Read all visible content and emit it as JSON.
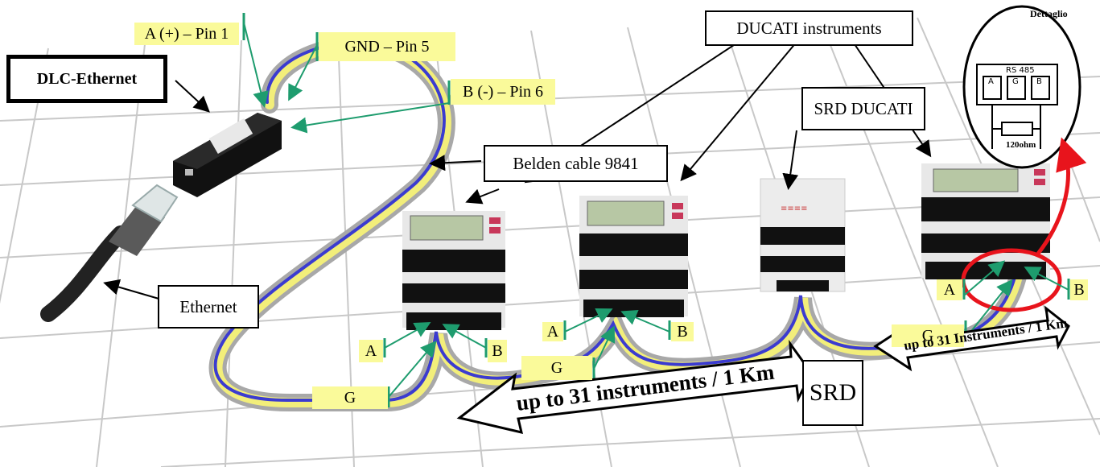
{
  "labels": {
    "dlc_ethernet": "DLC-Ethernet",
    "ducati_instruments": "DUCATI instruments",
    "srd_ducati": "SRD DUCATI",
    "belden_cable": "Belden cable 9841",
    "ethernet": "Ethernet",
    "pin_a": "A (+) – Pin 1",
    "pin_gnd": "GND – Pin 5",
    "pin_b": "B (-) – Pin 6",
    "srd": "SRD",
    "arrow_left": "up to 31 instruments / 1 Km",
    "arrow_right": "up to 31 Instruments / 1 Km",
    "dettaglio": "Dettaglio",
    "rs485": "RS 485",
    "res_ohm": "120ohm",
    "tA": "A",
    "tG": "G",
    "tB": "B"
  },
  "terminals": {
    "a": "A",
    "b": "B",
    "g": "G"
  },
  "colors": {
    "label_fill": "#fafa9a",
    "leader_line": "#1e9c6e",
    "cable_blue": "#3b3bd0",
    "cable_yellow": "#f2ee7a",
    "highlight_red": "#e8141c"
  }
}
